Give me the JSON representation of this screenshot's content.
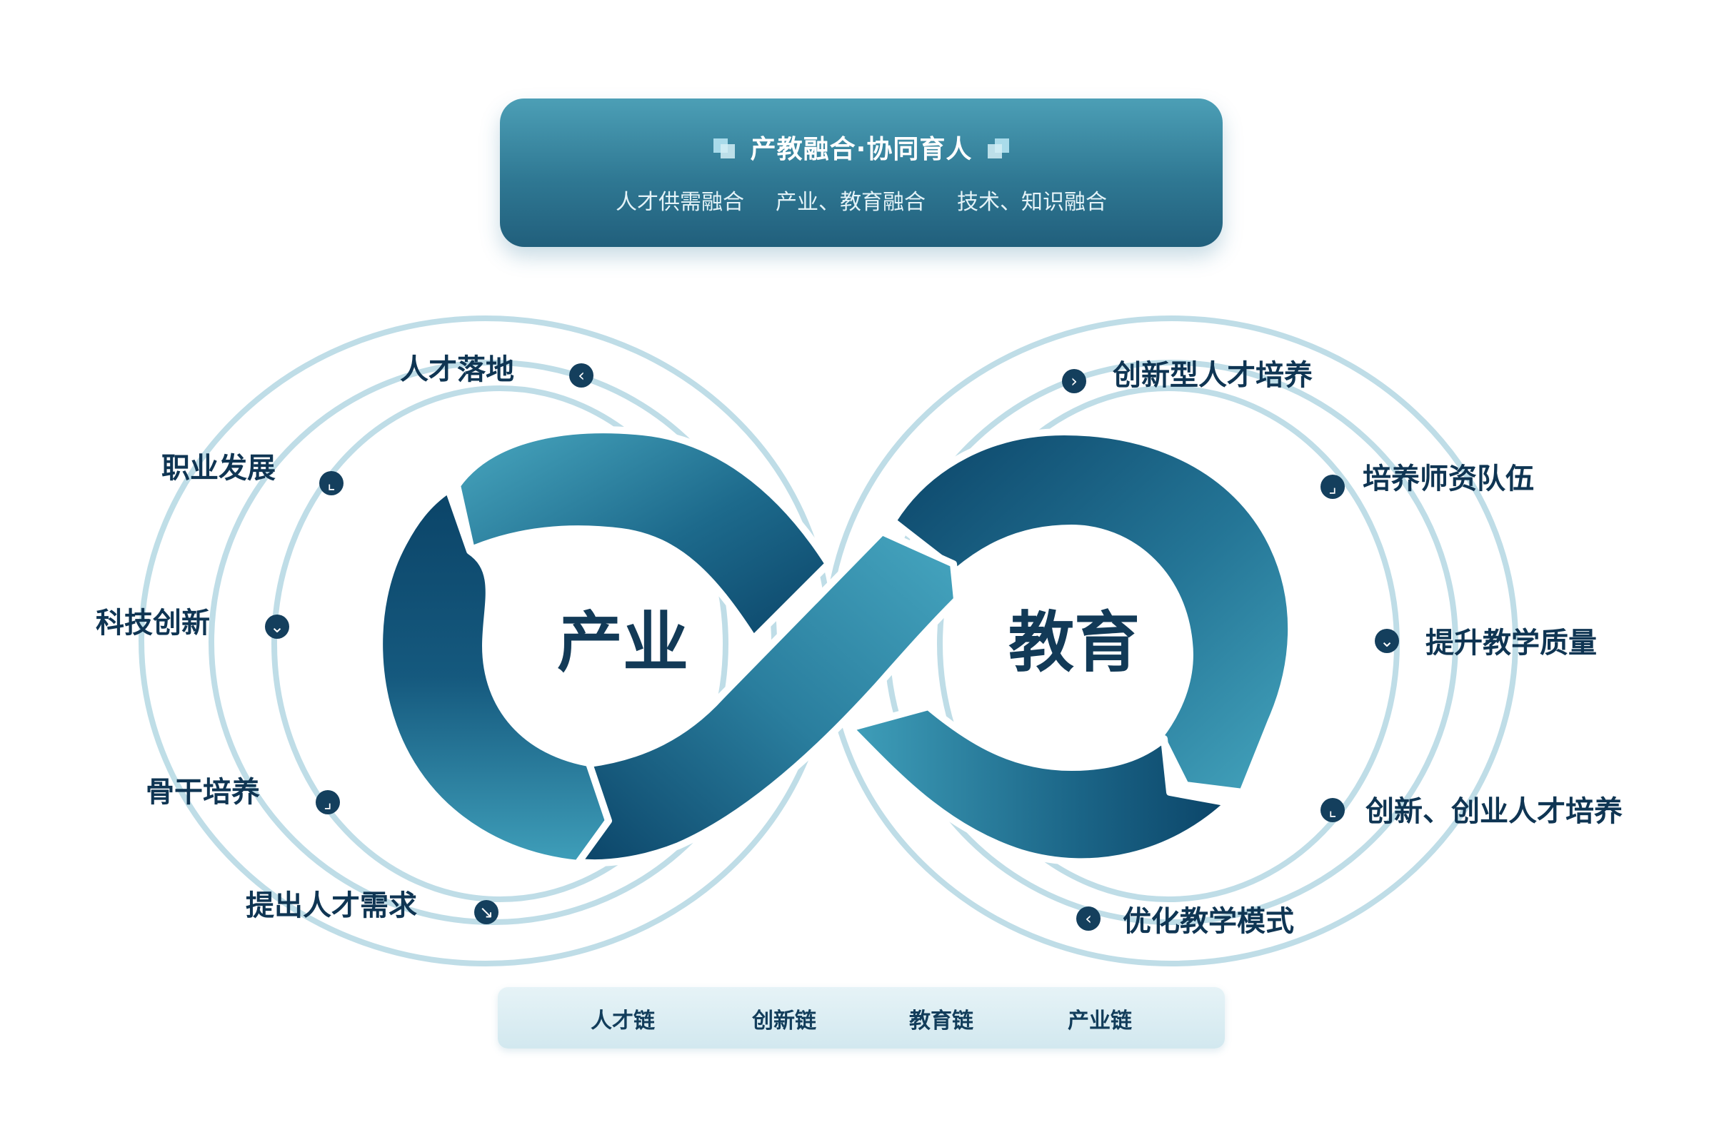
{
  "header": {
    "title": "产教融合·协同育人",
    "subtitles": [
      "人才供需融合",
      "产业、教育融合",
      "技术、知识融合"
    ]
  },
  "center": {
    "left": "产业",
    "right": "教育"
  },
  "left_labels": [
    "人才落地",
    "职业发展",
    "科技创新",
    "骨干培养",
    "提出人才需求"
  ],
  "right_labels": [
    "创新型人才培养",
    "培养师资队伍",
    "提升教学质量",
    "创新、创业人才培养",
    "优化教学模式"
  ],
  "chains": [
    "人才链",
    "创新链",
    "教育链",
    "产业链"
  ],
  "colors": {
    "dark_navy": "#0b4468",
    "teal": "#3e9db8",
    "orbit": "#bcdce6",
    "text": "#0f3553"
  }
}
